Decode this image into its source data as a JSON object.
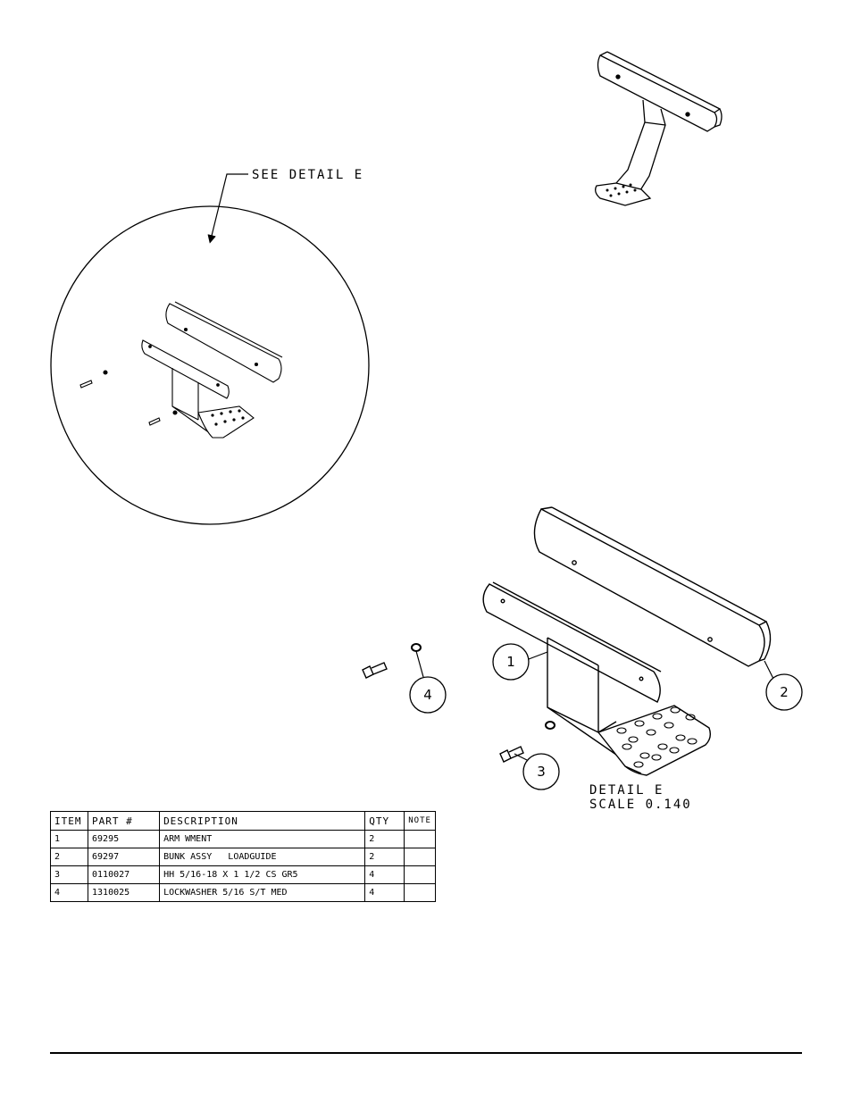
{
  "detail_callout": {
    "text": "SEE DETAIL  E"
  },
  "detail_title": {
    "line1": "DETAIL  E",
    "line2": "SCALE  0.140"
  },
  "balloons": [
    {
      "id": "1"
    },
    {
      "id": "2"
    },
    {
      "id": "3"
    },
    {
      "id": "4"
    }
  ],
  "bom": {
    "headers": {
      "item": "ITEM",
      "part": "PART #",
      "desc": "DESCRIPTION",
      "qty": "QTY",
      "note": "NOTE"
    },
    "rows": [
      {
        "item": "1",
        "part": "69295",
        "desc": "ARM WMENT",
        "qty": "2",
        "note": ""
      },
      {
        "item": "2",
        "part": "69297",
        "desc": "BUNK ASSY   LOADGUIDE",
        "qty": "2",
        "note": ""
      },
      {
        "item": "3",
        "part": "0110027",
        "desc": "HH 5/16-18 X 1 1/2 CS GR5",
        "qty": "4",
        "note": ""
      },
      {
        "item": "4",
        "part": "1310025",
        "desc": "LOCKWASHER 5/16 S/T MED",
        "qty": "4",
        "note": ""
      }
    ]
  }
}
